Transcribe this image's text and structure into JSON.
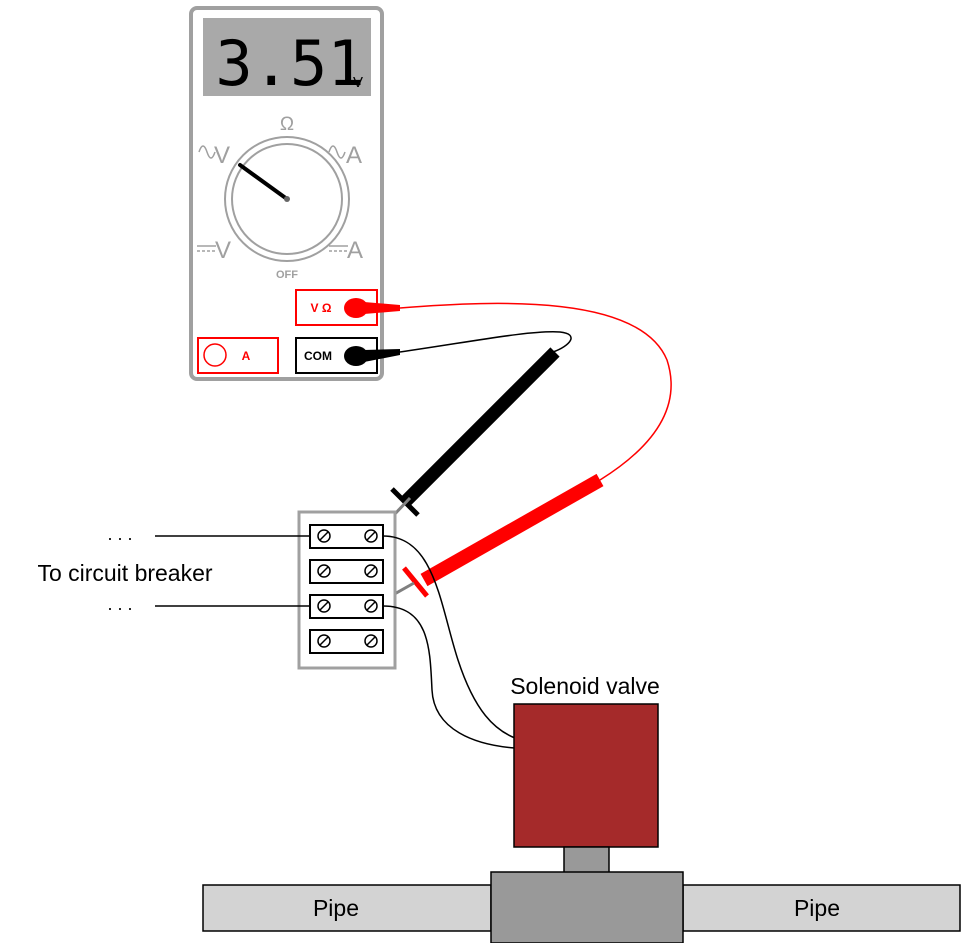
{
  "meter": {
    "display_value": "3.51",
    "display_unit": "V",
    "dial": {
      "ohm": "Ω",
      "ac_volts": "V",
      "ac_amps": "A",
      "dc_volts": "V",
      "dc_amps": "A",
      "off": "OFF"
    },
    "jacks": {
      "volt_ohm": "V Ω",
      "com": "COM",
      "amps": "A"
    }
  },
  "terminal_block": {
    "dots_top": ". . .",
    "dots_bottom": ". . .",
    "label": "To circuit breaker"
  },
  "valve": {
    "label": "Solenoid valve"
  },
  "pipe": {
    "left_label": "Pipe",
    "right_label": "Pipe"
  },
  "colors": {
    "red_lead": "#ff0000",
    "black_lead": "#000000",
    "valve_body": "#a52a2a",
    "pipe": "#d3d3d3",
    "valve_port": "#999999",
    "meter_case": "#a0a0a0",
    "display_bg": "#a9a9a9"
  }
}
